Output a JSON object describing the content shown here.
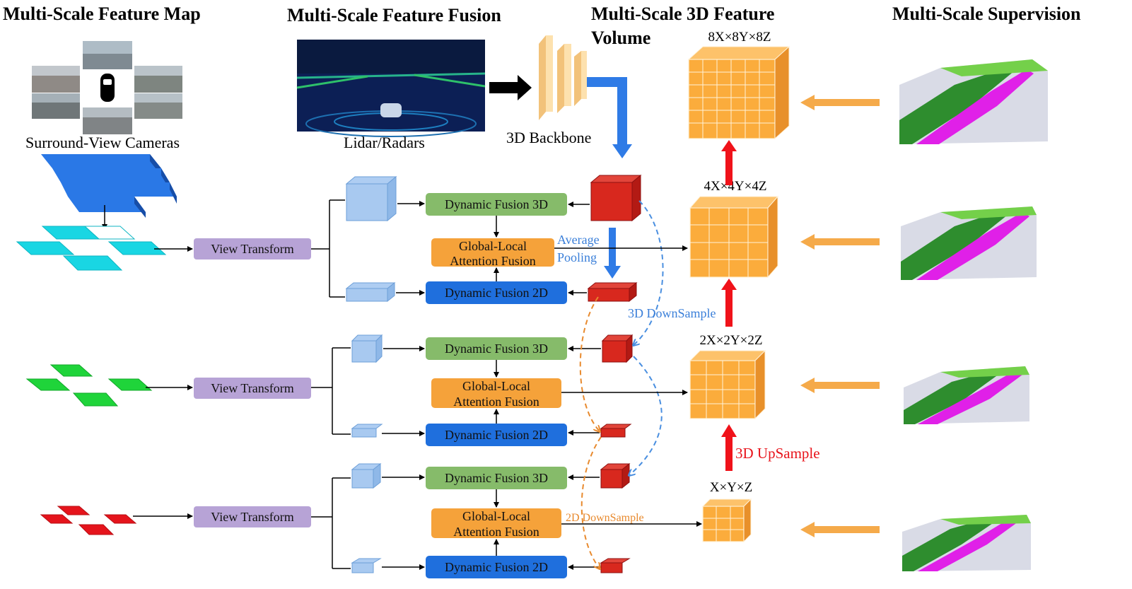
{
  "titles": {
    "feature_map": "Multi-Scale Feature Map",
    "feature_fusion": "Multi-Scale Feature Fusion",
    "volume_line1": "Multi-Scale 3D Feature",
    "volume_line2": "Volume",
    "supervision": "Multi-Scale Supervision"
  },
  "inputs": {
    "cameras": "Surround-View Cameras",
    "lidar": "Lidar/Radars",
    "backbone": "3D Backbone"
  },
  "modules": {
    "view_transform": "View Transform",
    "dynamic_3d": "Dynamic Fusion 3D",
    "dynamic_2d": "Dynamic Fusion 2D",
    "gla_line1": "Global-Local",
    "gla_line2": "Attention Fusion"
  },
  "annotations": {
    "avg_pool_line1": "Average",
    "avg_pool_line2": "Pooling",
    "down3d": "3D DownSample",
    "down2d": "2D DownSample",
    "up3d": "3D UpSample"
  },
  "volumes": [
    "8X×8Y×8Z",
    "4X×4Y×4Z",
    "2X×2Y×2Z",
    "X×Y×Z"
  ],
  "colors": {
    "cyan": "#19d6e3",
    "green": "#1fd43a",
    "red": "#e5141c",
    "purple": "#b7a3d6",
    "green_box": "#86bb6a",
    "orange": "#f5a23a",
    "blue_box": "#1f6fdd",
    "blue_arrow": "#2f7be6",
    "red_arrow": "#f0121a",
    "orange_arrow": "#f5aa4a"
  }
}
